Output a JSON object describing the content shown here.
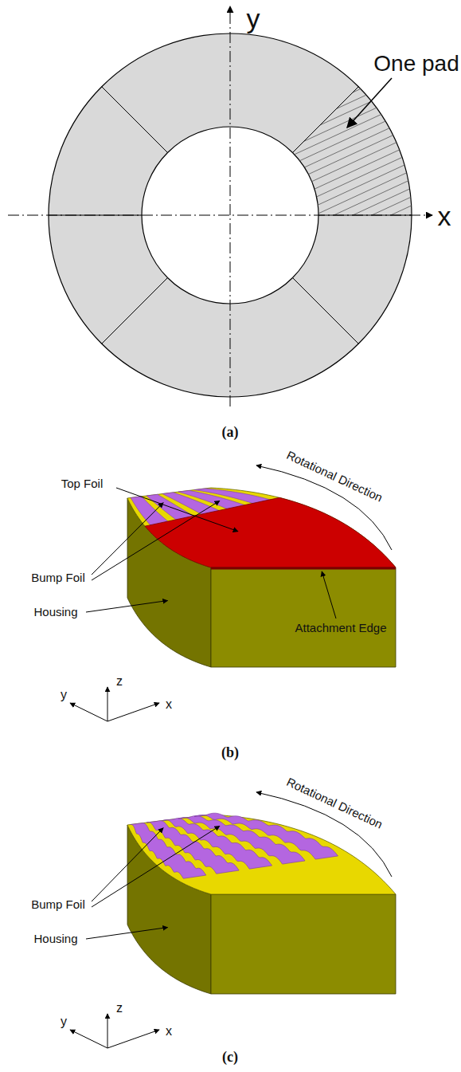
{
  "diagram": {
    "labels": [
      "y",
      "x",
      "One pad",
      "(a)",
      "Top Foil",
      "Rotational Direction",
      "Bump Foil",
      "Housing",
      "Attachment Edge",
      "z",
      "y",
      "x",
      "(b)",
      "Rotational Direction",
      "Bump Foil",
      "Housing",
      "z",
      "y",
      "x",
      "(c)"
    ]
  }
}
